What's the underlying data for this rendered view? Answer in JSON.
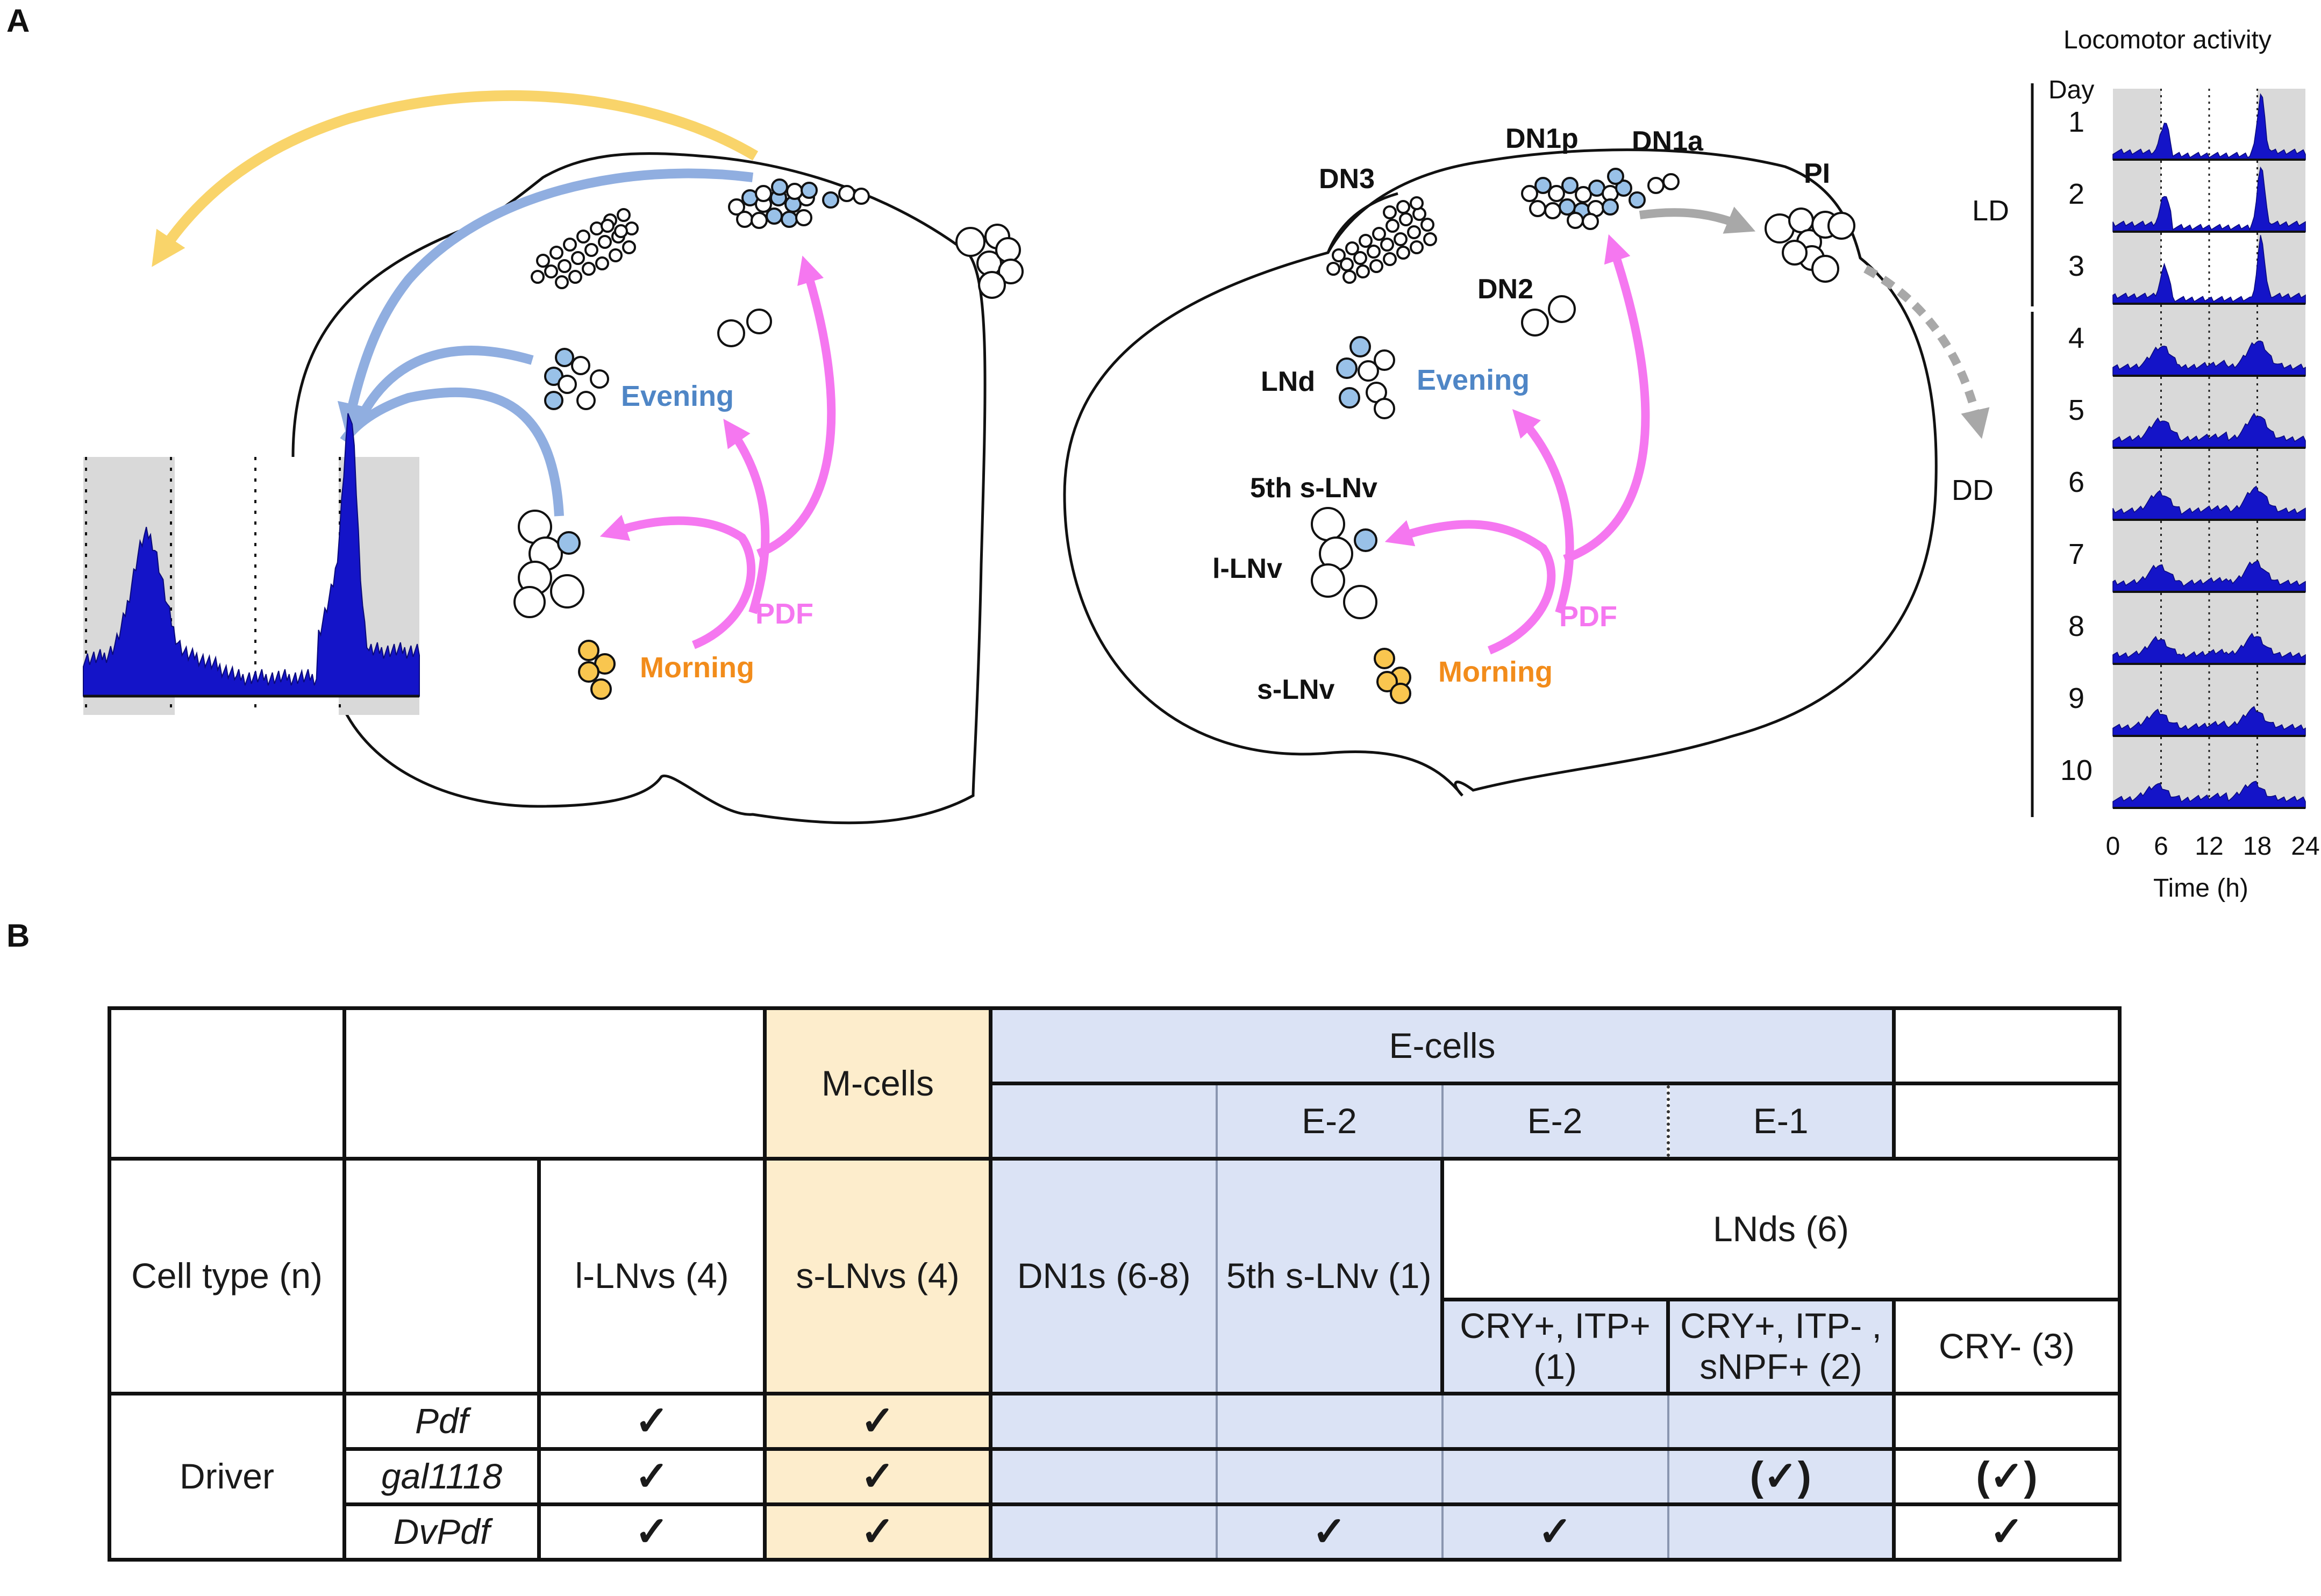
{
  "panels": {
    "a": "A",
    "b": "B"
  },
  "diagram": {
    "left_labels": {
      "evening": "Evening",
      "morning": "Morning",
      "pdf": "PDF"
    },
    "right_labels": {
      "dn3": "DN3",
      "dn1p": "DN1p",
      "dn1a": "DN1a",
      "pi": "PI",
      "dn2": "DN2",
      "lnd": "LNd",
      "evening": "Evening",
      "fifth_slnv": "5th s-LNv",
      "l_lnv": "l-LNv",
      "s_lnv": "s-LNv",
      "morning": "Morning",
      "pdf": "PDF"
    },
    "colors": {
      "evening": "#4f86c6",
      "morning": "#f28c1b",
      "pdf": "#f577f0",
      "blue_cell": "#99c1e8",
      "yellow_cell": "#f9c64f",
      "blue_arrow": "#90aee0",
      "yellow_arrow": "#f9d46a",
      "gray_arrow": "#a8a8a8",
      "activity_fill": "#1414c8"
    }
  },
  "activity": {
    "title": "Locomotor activity",
    "day_header": "Day",
    "days": [
      "1",
      "2",
      "3",
      "4",
      "5",
      "6",
      "7",
      "8",
      "9",
      "10"
    ],
    "conditions": {
      "ld": "LD",
      "dd": "DD"
    },
    "x_ticks": [
      "0",
      "6",
      "12",
      "18",
      "24"
    ],
    "x_label": "Time (h)"
  },
  "table": {
    "m_cells": "M-cells",
    "e_cells": "E-cells",
    "e2_a": "E-2",
    "e2_b": "E-2",
    "e1": "E-1",
    "cell_type_label": "Cell type (n)",
    "l_lnvs": "l-LNvs (4)",
    "s_lnvs": "s-LNvs (4)",
    "dn1s": "DN1s (6-8)",
    "fifth_slnv": "5th s-LNv (1)",
    "lnds": "LNds (6)",
    "cry_itp_pos": "CRY+, ITP+ (1)",
    "cry_itp_neg": "CRY+, ITP- , sNPF+ (2)",
    "cry_neg": "CRY- (3)",
    "driver_label": "Driver",
    "rows": [
      {
        "name": "Pdf",
        "cells": [
          "✓",
          "✓",
          "",
          "",
          "",
          "",
          ""
        ]
      },
      {
        "name": "gal1118",
        "cells": [
          "✓",
          "✓",
          "",
          "",
          "",
          "(✓)",
          "(✓)"
        ]
      },
      {
        "name": "DvPdf",
        "cells": [
          "✓",
          "✓",
          "",
          "✓",
          "✓",
          "",
          "✓"
        ]
      }
    ]
  }
}
